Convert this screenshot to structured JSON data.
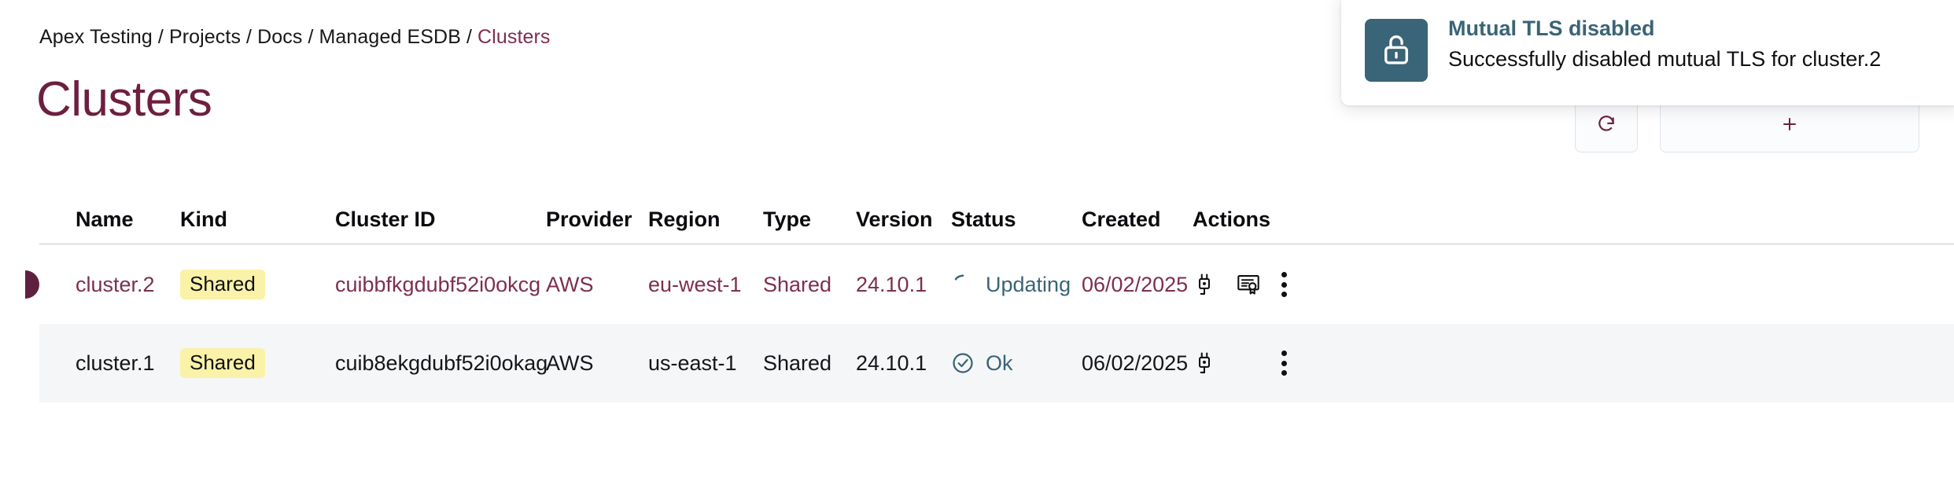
{
  "breadcrumb": {
    "separator": "/",
    "items": [
      {
        "label": "Apex Testing",
        "current": false
      },
      {
        "label": "Projects",
        "current": false
      },
      {
        "label": "Docs",
        "current": false
      },
      {
        "label": "Managed ESDB",
        "current": false
      },
      {
        "label": "Clusters",
        "current": true
      }
    ]
  },
  "page": {
    "title": "Clusters"
  },
  "header_actions": {
    "refresh_button_label": "",
    "primary_button_label": ""
  },
  "table": {
    "columns": [
      {
        "key": "name",
        "label": "Name"
      },
      {
        "key": "kind",
        "label": "Kind"
      },
      {
        "key": "cluster_id",
        "label": "Cluster ID"
      },
      {
        "key": "provider",
        "label": "Provider"
      },
      {
        "key": "region",
        "label": "Region"
      },
      {
        "key": "type",
        "label": "Type"
      },
      {
        "key": "version",
        "label": "Version"
      },
      {
        "key": "status",
        "label": "Status"
      },
      {
        "key": "created",
        "label": "Created"
      },
      {
        "key": "actions",
        "label": "Actions"
      }
    ],
    "rows": [
      {
        "name": "cluster.2",
        "kind": "Shared",
        "cluster_id": "cuibbfkgdubf52i0okcg",
        "provider": "AWS",
        "region": "eu-west-1",
        "type": "Shared",
        "version": "24.10.1",
        "status": "Updating",
        "status_icon": "spinner-icon",
        "created": "06/02/2025",
        "actions": [
          "connect-plug-icon",
          "certificate-icon",
          "more-options-icon"
        ],
        "selected": true
      },
      {
        "name": "cluster.1",
        "kind": "Shared",
        "cluster_id": "cuib8ekgdubf52i0okag",
        "provider": "AWS",
        "region": "us-east-1",
        "type": "Shared",
        "version": "24.10.1",
        "status": "Ok",
        "status_icon": "check-circle-icon",
        "created": "06/02/2025",
        "actions": [
          "connect-plug-icon",
          "more-options-icon"
        ],
        "selected": false
      }
    ]
  },
  "toast": {
    "icon": "unlock-icon",
    "title": "Mutual TLS disabled",
    "message": "Successfully disabled mutual TLS for cluster.2"
  },
  "colors": {
    "brand_maroon": "#6d1f3f",
    "link_maroon": "#7d2f4f",
    "status_teal": "#3a6477",
    "badge_yellow": "#faf2a8",
    "row_alt_bg": "#f5f6f8",
    "header_rule": "#e6eaee"
  }
}
